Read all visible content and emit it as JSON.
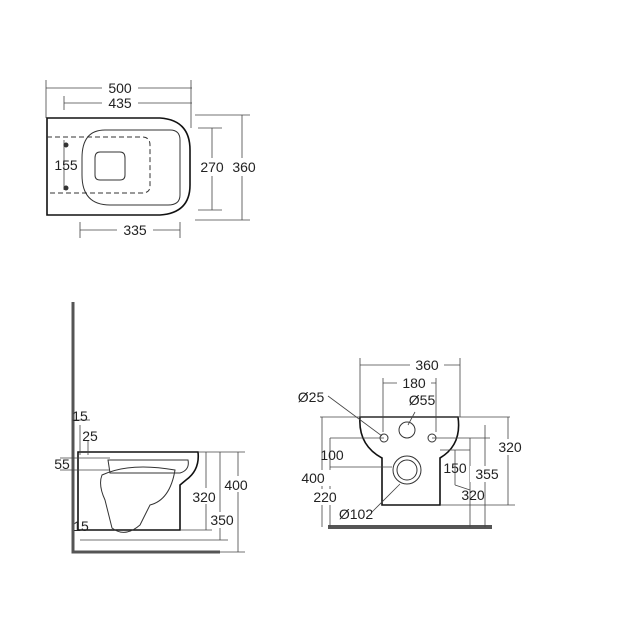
{
  "top_view": {
    "width_overall": "500",
    "width_inner": "435",
    "fixing_spacing": "155",
    "depth_inner": "270",
    "depth_overall": "360",
    "seat_length": "335"
  },
  "side_view": {
    "dim_15_top": "15",
    "dim_25": "25",
    "dim_55": "55",
    "dim_15_bottom": "15",
    "height_400": "400",
    "height_320": "320",
    "height_350": "350"
  },
  "front_view": {
    "width_360": "360",
    "width_180": "180",
    "dia_25": "Ø25",
    "dia_55": "Ø55",
    "dim_100": "100",
    "dim_400": "400",
    "dim_220": "220",
    "dia_102": "Ø102",
    "dim_150": "150",
    "dim_355": "355",
    "dim_320_right": "320",
    "dim_320_bottom": "320"
  }
}
